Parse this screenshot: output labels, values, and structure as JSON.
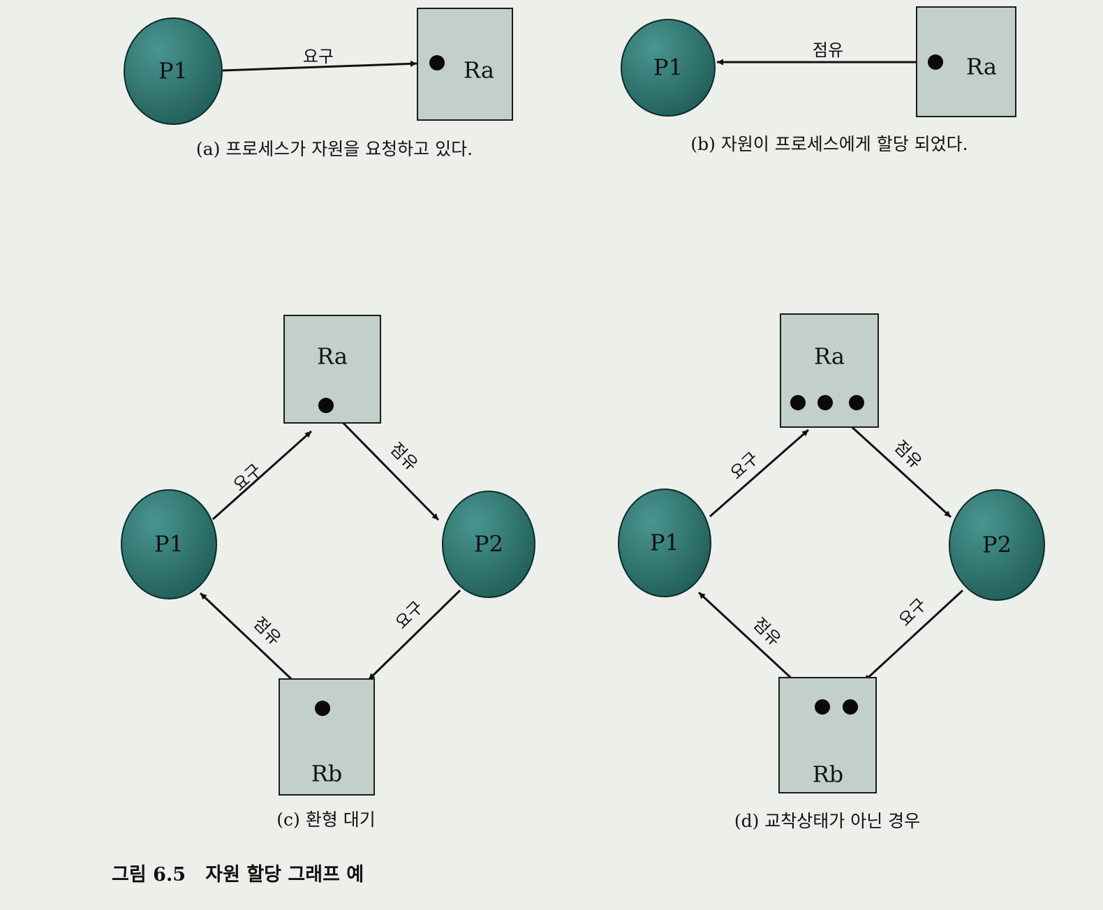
{
  "figure_title": "그림 6.5   자원 할당 그래프 예",
  "colors": {
    "process_fill": "#215f5a",
    "process_highlight": "#4a9590",
    "resource_fill": "#c3cfcb",
    "edge": "#111111",
    "background": "#ecefea"
  },
  "panels": [
    {
      "id": "a",
      "caption": "(a) 프로세스가 자원을 요청하고 있다.",
      "processes": [
        {
          "label": "P1"
        }
      ],
      "resources": [
        {
          "label": "Ra",
          "instances": 1
        }
      ],
      "edges": [
        {
          "kind": "request",
          "from": "P1",
          "to": "Ra",
          "label": "요구"
        }
      ]
    },
    {
      "id": "b",
      "caption": "(b) 자원이 프로세스에게 할당 되었다.",
      "processes": [
        {
          "label": "P1"
        }
      ],
      "resources": [
        {
          "label": "Ra",
          "instances": 1
        }
      ],
      "edges": [
        {
          "kind": "hold",
          "from": "Ra",
          "to": "P1",
          "label": "점유"
        }
      ]
    },
    {
      "id": "c",
      "caption": "(c) 환형 대기",
      "processes": [
        {
          "label": "P1"
        },
        {
          "label": "P2"
        }
      ],
      "resources": [
        {
          "label": "Ra",
          "instances": 1
        },
        {
          "label": "Rb",
          "instances": 1
        }
      ],
      "edges": [
        {
          "kind": "request",
          "from": "P1",
          "to": "Ra",
          "label": "요구"
        },
        {
          "kind": "hold",
          "from": "Ra",
          "to": "P2",
          "label": "점유"
        },
        {
          "kind": "request",
          "from": "P2",
          "to": "Rb",
          "label": "요구"
        },
        {
          "kind": "hold",
          "from": "Rb",
          "to": "P1",
          "label": "점유"
        }
      ]
    },
    {
      "id": "d",
      "caption": "(d) 교착상태가 아닌 경우",
      "processes": [
        {
          "label": "P1"
        },
        {
          "label": "P2"
        }
      ],
      "resources": [
        {
          "label": "Ra",
          "instances": 3
        },
        {
          "label": "Rb",
          "instances": 2
        }
      ],
      "edges": [
        {
          "kind": "request",
          "from": "P1",
          "to": "Ra",
          "label": "요구"
        },
        {
          "kind": "hold",
          "from": "Ra",
          "to": "P2",
          "label": "점유"
        },
        {
          "kind": "request",
          "from": "P2",
          "to": "Rb",
          "label": "요구"
        },
        {
          "kind": "hold",
          "from": "Rb",
          "to": "P1",
          "label": "점유"
        }
      ]
    }
  ]
}
